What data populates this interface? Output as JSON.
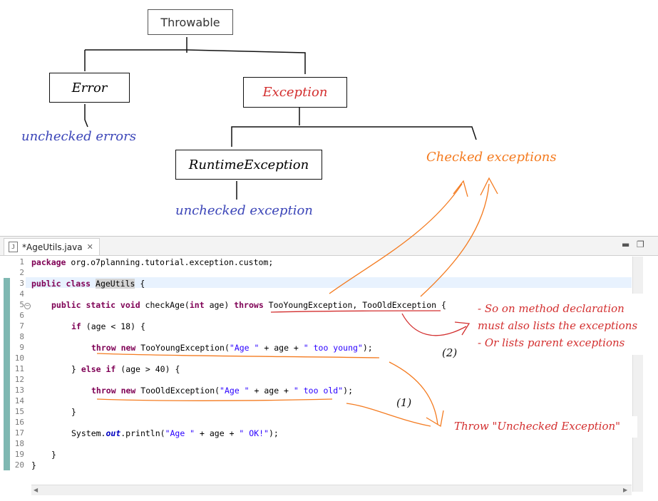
{
  "diagram": {
    "throwable": "Throwable",
    "error": "Error",
    "exception": "Exception",
    "runtime_exception": "RuntimeException",
    "unchecked_errors": "unchecked errors",
    "unchecked_exception": "unchecked exception",
    "checked_exceptions": "Checked exceptions"
  },
  "editor": {
    "tab_title": "*AgeUtils.java",
    "tab_icon": "J",
    "line_numbers": [
      "1",
      "2",
      "3",
      "4",
      "5",
      "6",
      "7",
      "8",
      "9",
      "10",
      "11",
      "12",
      "13",
      "14",
      "15",
      "16",
      "17",
      "18",
      "19",
      "20"
    ],
    "code": {
      "l1_kw": "package",
      "l1_rest": " org.o7planning.tutorial.exception.custom;",
      "l3_kw": "public class",
      "l3_name": "AgeUtils",
      "l3_rest": " {",
      "l5_kw": "public static void",
      "l5_a": " checkAge(",
      "l5_int": "int",
      "l5_b": " age) ",
      "l5_throws": "throws",
      "l5_c": " TooYoungException, TooOldException {",
      "l7_if": "if",
      "l7_rest": " (age < 18) {",
      "l9_throw": "throw",
      "l9_new": "new",
      "l9_a": " TooYoungException(",
      "l9_s1": "\"Age \"",
      "l9_b": " + age + ",
      "l9_s2": "\" too young\"",
      "l9_c": ");",
      "l11_a": "} ",
      "l11_else": "else",
      "l11_if": "if",
      "l11_rest": " (age > 40) {",
      "l13_throw": "throw",
      "l13_new": "new",
      "l13_a": " TooOldException(",
      "l13_s1": "\"Age \"",
      "l13_b": " + age + ",
      "l13_s2": "\" too old\"",
      "l13_c": ");",
      "l15": "}",
      "l17_a": "System.",
      "l17_out": "out",
      "l17_b": ".println(",
      "l17_s1": "\"Age \"",
      "l17_c": " + age + ",
      "l17_s2": "\" OK!\"",
      "l17_d": ");",
      "l19": "}",
      "l20": "}"
    }
  },
  "annotations": {
    "note_lines": [
      "- So on method declaration",
      "must also lists the exceptions",
      "- Or lists parent exceptions"
    ],
    "marker_1": "(1)",
    "marker_2": "(2)",
    "throw_unchecked": "Throw \"Unchecked Exception\""
  },
  "colors": {
    "orange": "#f47b20",
    "blue": "#3b45b8",
    "red": "#d32f2f"
  }
}
